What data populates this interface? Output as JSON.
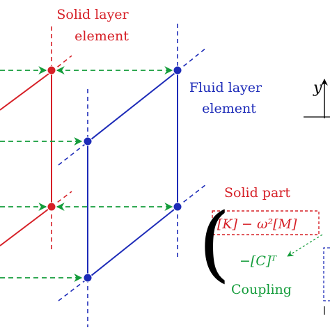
{
  "colors": {
    "solid": "#d62027",
    "fluid": "#1d2bb8",
    "coupling": "#139c3a",
    "axis": "#000000"
  },
  "labels": {
    "solid_layer_line1": "Solid layer",
    "solid_layer_line2": "element",
    "fluid_layer_line1": "Fluid layer",
    "fluid_layer_line2": "element",
    "solid_part": "Solid part",
    "coupling": "Coupling",
    "axis_y": "y"
  },
  "matrix": {
    "bracket": "(",
    "stiffness_mass": "[K] − ω²[M]",
    "coupling_term": "−[C]ᵀ"
  }
}
